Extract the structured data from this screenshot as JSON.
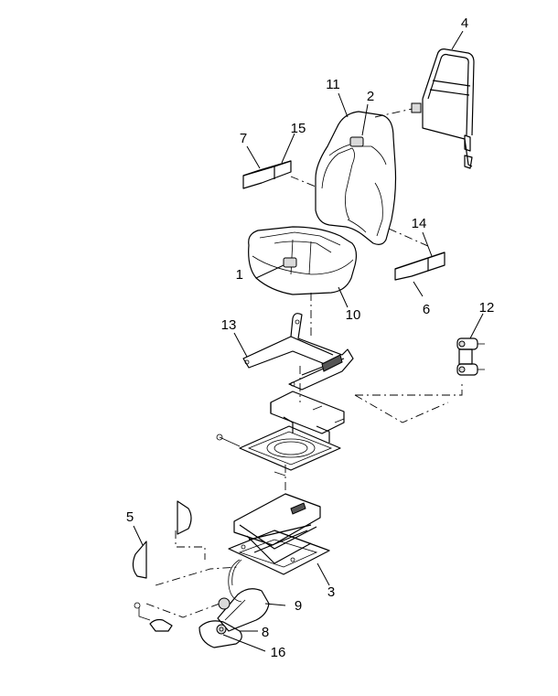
{
  "diagram": {
    "type": "exploded-parts-view",
    "callouts": {
      "c1": "1",
      "c2": "2",
      "c3": "3",
      "c4": "4",
      "c5": "5",
      "c6": "6",
      "c7": "7",
      "c8": "8",
      "c9": "9",
      "c10": "10",
      "c11": "11",
      "c12": "12",
      "c13": "13",
      "c14": "14",
      "c15": "15",
      "c16": "16"
    }
  }
}
